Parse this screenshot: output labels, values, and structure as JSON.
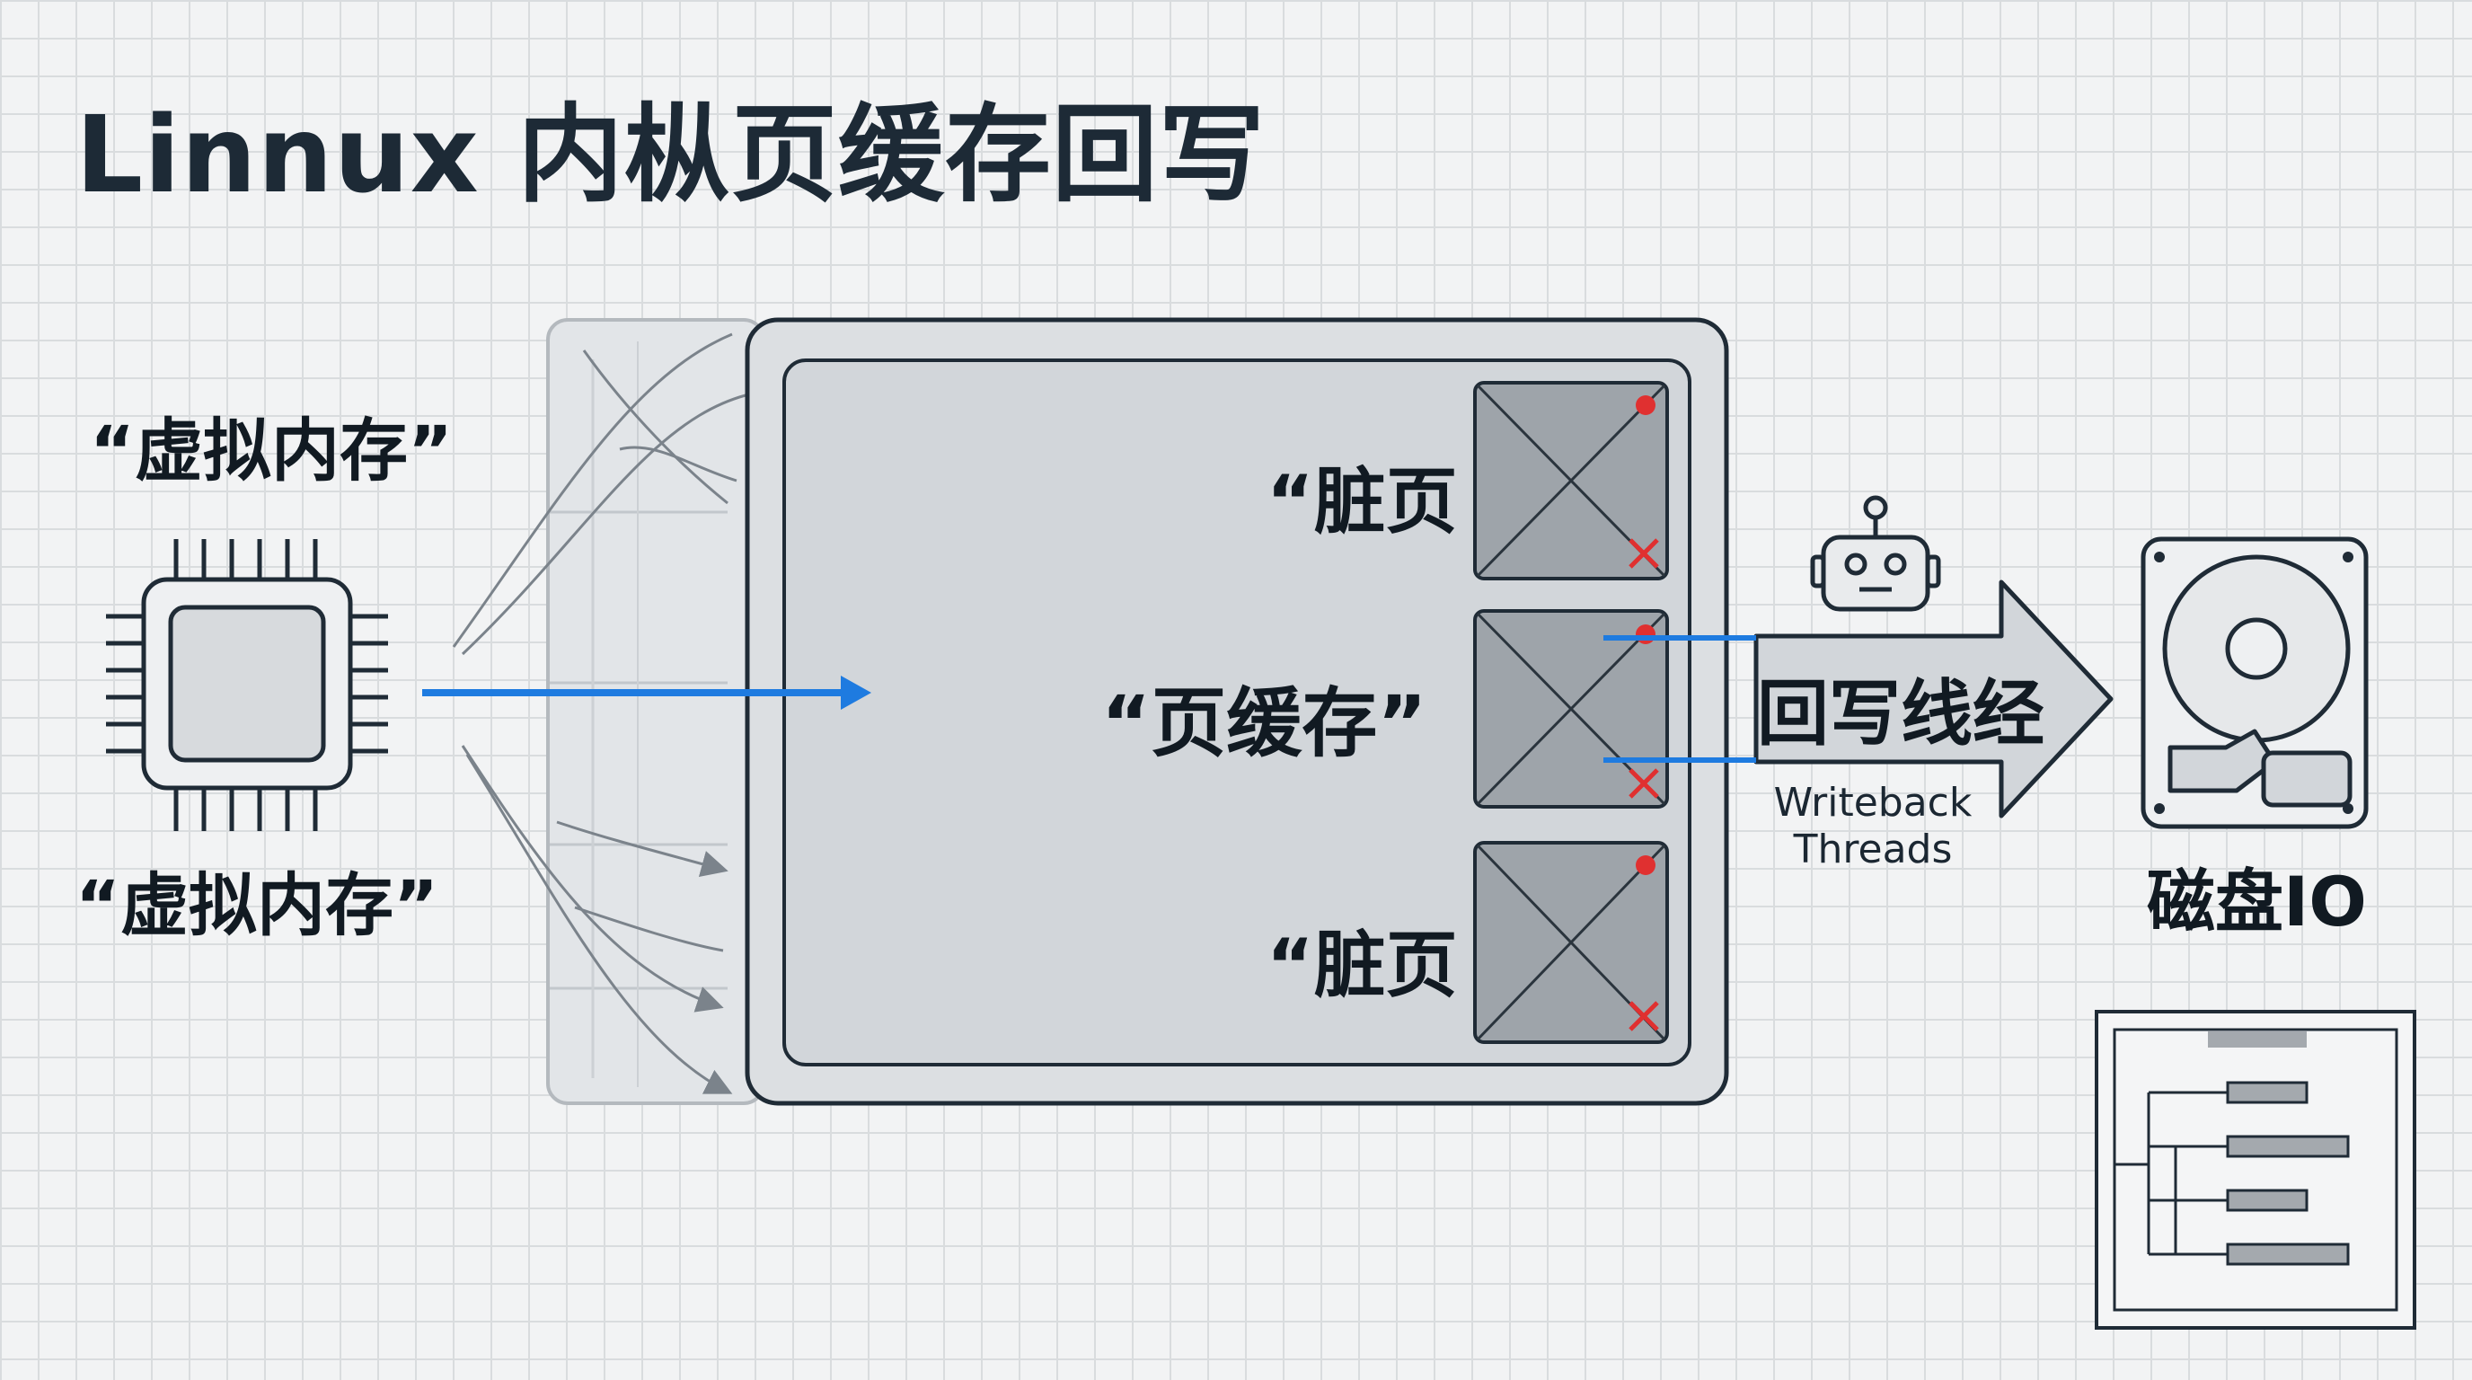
{
  "title": "Linnux 内枞页缓存回写",
  "labels": {
    "virtual_memory_top": "“虚拟内存”",
    "virtual_memory_bottom": "“虚拟内存”",
    "page_cache": "“页缓存”",
    "dirty_page_top": "“脏页",
    "dirty_page_bottom": "“脏页",
    "writeback_zh": "回写线经",
    "writeback_en": "Writeback\nThreads",
    "disk_io": "磁盘IO"
  },
  "icons": [
    "cpu-chip-icon",
    "robot-icon",
    "hard-disk-icon",
    "tree-view-icon",
    "dirty-page-icon",
    "page-error-x-icon"
  ],
  "colors": {
    "arrow_blue": "#1e7be0",
    "outline": "#1f2b36",
    "cache_fill": "#d2d6da",
    "page_fill": "#9ea4aa",
    "alert_red": "#e03030"
  }
}
